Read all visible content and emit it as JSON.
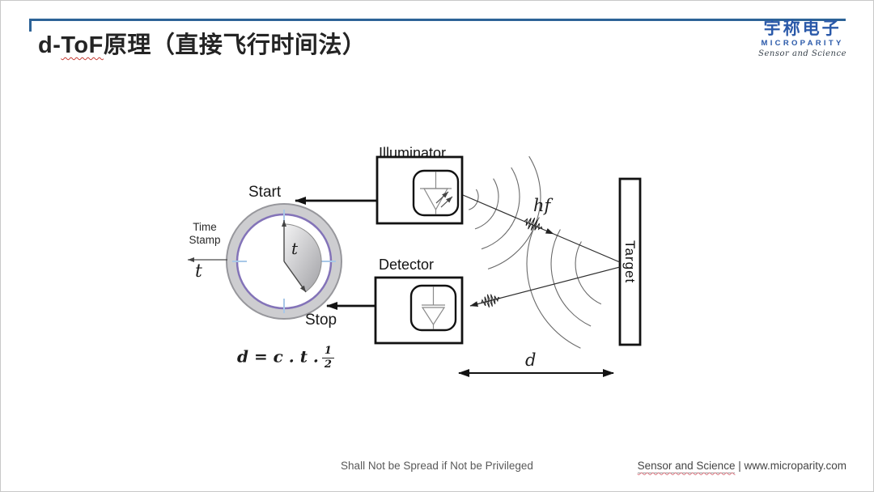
{
  "slide": {
    "title_prefix": "d-",
    "title_misspell": "ToF",
    "title_cjk": "原理（直接飞行时间法）",
    "accent_color": "#2d6397",
    "misspell_underline_color": "#c63b33"
  },
  "logo": {
    "cjk": "宇称电子",
    "name": "MICROPARITY",
    "tagline": "Sensor and Science",
    "color": "#2a59a9"
  },
  "diagram": {
    "clock": {
      "start": "Start",
      "stop": "Stop",
      "timestamp_line1": "Time",
      "timestamp_line2": "Stamp",
      "time_axis": "t",
      "elapsed": "t",
      "ring_color": "#cdcdd0",
      "accent_ring_color": "#8373b8",
      "tick_color": "#a8c8e8"
    },
    "illuminator": "Illuminator",
    "detector": "Detector",
    "target": "Target",
    "photon": "hf",
    "distance": "d",
    "formula": {
      "body": "d = c . t .",
      "num": "1",
      "den": "2"
    }
  },
  "footer": {
    "confidential": "Shall Not be Spread if Not be Privileged",
    "brand": "Sensor and Science",
    "separator": " | ",
    "site": "www.microparity.com",
    "brand_wavy_color": "#e0808a"
  }
}
